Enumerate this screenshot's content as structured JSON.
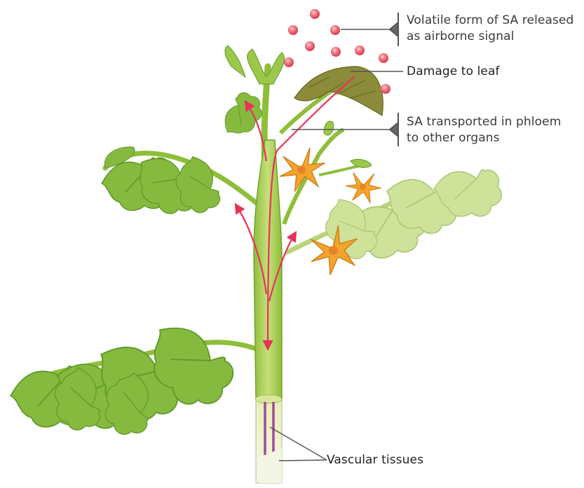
{
  "labels": {
    "volatile_line1": "Volatile form of SA released",
    "volatile_line2": "as airborne signal",
    "damage": "Damage to leaf",
    "transport_line1": "SA transported in phloem",
    "transport_line2": "to other organs",
    "vascular": "Vascular tissues"
  },
  "colors": {
    "arrow": "#e8325a",
    "stem": "#a9cd4f",
    "leaf": "#7db33a",
    "leaf_pale": "#c8dd8a",
    "leaf_dark": "#7a7d35",
    "flower": "#f0a830",
    "vascular": "#a04a9e",
    "droplet": "#f06a7a",
    "callout": "#555555"
  },
  "icons": {
    "droplet": "sa-molecule-icon",
    "bracket": "callout-bracket-icon"
  }
}
